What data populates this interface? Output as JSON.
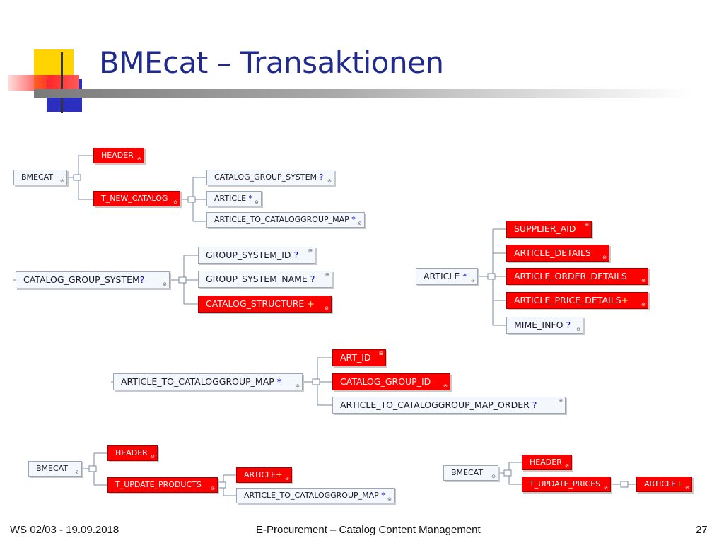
{
  "slide": {
    "title": "BMEcat – Transaktionen",
    "footer_left": "WS 02/03 - 19.09.2018",
    "footer_center": "E-Procurement – Catalog Content Management",
    "page_number": "27"
  },
  "colors": {
    "title": "#1f2a8c",
    "required_node": "#ff0000",
    "optional_node": "#f4f8fc"
  },
  "icons": {
    "sequence": "sequence-connector-icon",
    "attribute": "attribute-marker-icon"
  },
  "diagram": {
    "d1": {
      "root": "BMECAT",
      "header": "HEADER",
      "trans": "T_NEW_CATALOG",
      "c1": "CATALOG_GROUP_SYSTEM",
      "c1_card": "?",
      "c2": "ARTICLE",
      "c2_card": "*",
      "c3": "ARTICLE_TO_CATALOGGROUP_MAP",
      "c3_card": "*"
    },
    "d2": {
      "root": "CATALOG_GROUP_SYSTEM",
      "root_card": "?",
      "c1": "GROUP_SYSTEM_ID",
      "c1_card": "?",
      "c2": "GROUP_SYSTEM_NAME",
      "c2_card": "?",
      "c3": "CATALOG_STRUCTURE",
      "c3_card": "+"
    },
    "d3": {
      "root": "ARTICLE",
      "root_card": "*",
      "c1": "SUPPLIER_AID",
      "c2": "ARTICLE_DETAILS",
      "c3": "ARTICLE_ORDER_DETAILS",
      "c4": "ARTICLE_PRICE_DETAILS",
      "c4_card": "+",
      "c5": "MIME_INFO",
      "c5_card": "?"
    },
    "d4": {
      "root": "ARTICLE_TO_CATALOGGROUP_MAP",
      "root_card": "*",
      "c1": "ART_ID",
      "c2": "CATALOG_GROUP_ID",
      "c3": "ARTICLE_TO_CATALOGGROUP_MAP_ORDER",
      "c3_card": "?"
    },
    "d5": {
      "root": "BMECAT",
      "header": "HEADER",
      "trans": "T_UPDATE_PRODUCTS",
      "c1": "ARTICLE",
      "c1_card": "+",
      "c2": "ARTICLE_TO_CATALOGGROUP_MAP",
      "c2_card": "*"
    },
    "d6": {
      "root": "BMECAT",
      "header": "HEADER",
      "trans": "T_UPDATE_PRICES",
      "c1": "ARTICLE",
      "c1_card": "+"
    }
  }
}
